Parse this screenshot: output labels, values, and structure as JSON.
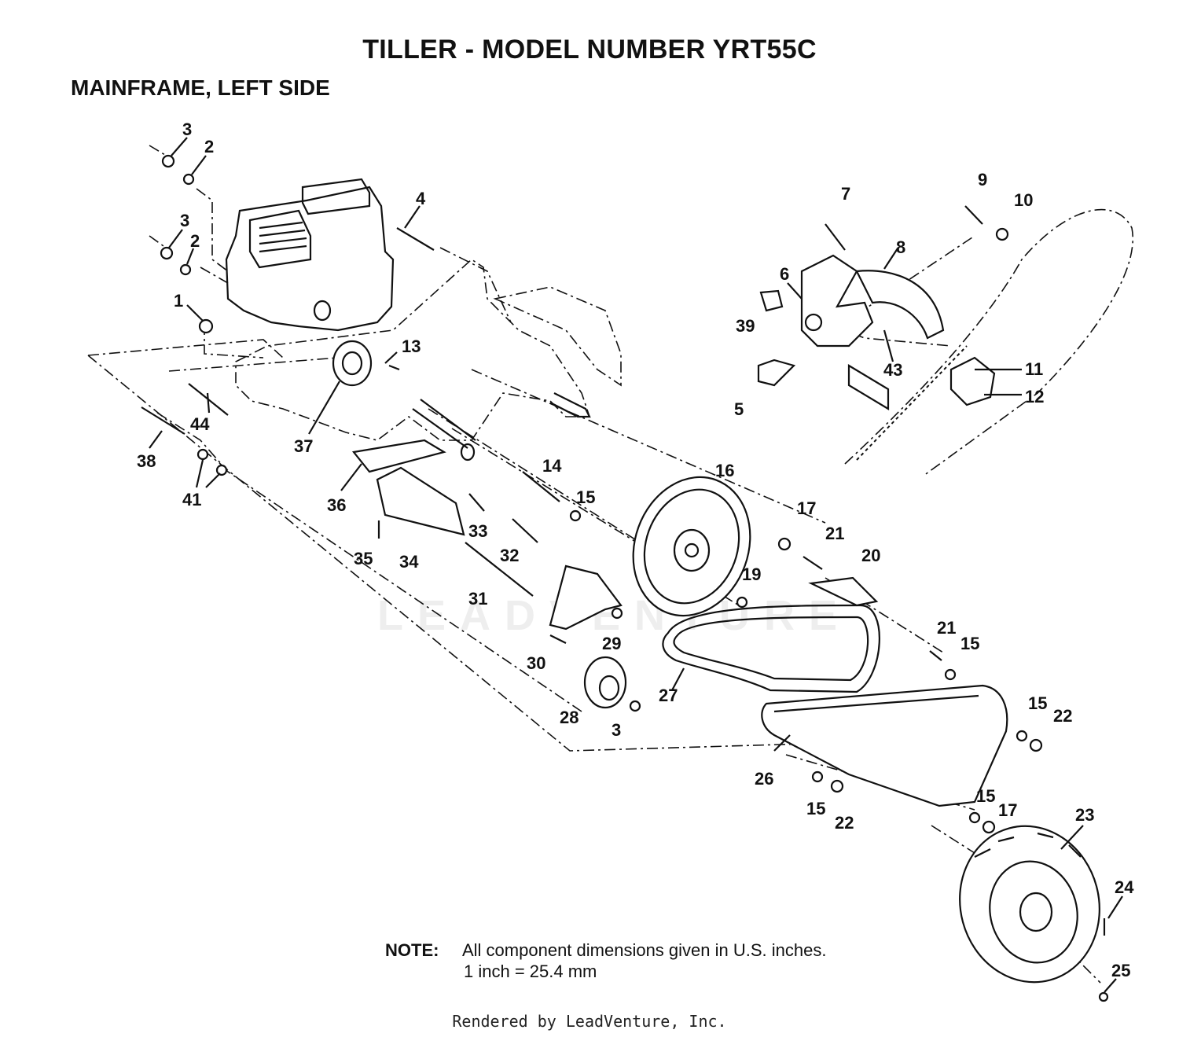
{
  "header": {
    "title": "TILLER - MODEL NUMBER YRT55C",
    "subtitle": "MAINFRAME, LEFT SIDE"
  },
  "callouts": [
    {
      "id": "c3a",
      "text": "3"
    },
    {
      "id": "c2a",
      "text": "2"
    },
    {
      "id": "c3b",
      "text": "3"
    },
    {
      "id": "c2b",
      "text": "2"
    },
    {
      "id": "c1",
      "text": "1"
    },
    {
      "id": "c4",
      "text": "4"
    },
    {
      "id": "c13",
      "text": "13"
    },
    {
      "id": "c44",
      "text": "44"
    },
    {
      "id": "c38",
      "text": "38"
    },
    {
      "id": "c41",
      "text": "41"
    },
    {
      "id": "c37",
      "text": "37"
    },
    {
      "id": "c36",
      "text": "36"
    },
    {
      "id": "c35",
      "text": "35"
    },
    {
      "id": "c34",
      "text": "34"
    },
    {
      "id": "c33",
      "text": "33"
    },
    {
      "id": "c32",
      "text": "32"
    },
    {
      "id": "c31",
      "text": "31"
    },
    {
      "id": "c14",
      "text": "14"
    },
    {
      "id": "c15a",
      "text": "15"
    },
    {
      "id": "c16",
      "text": "16"
    },
    {
      "id": "c17a",
      "text": "17"
    },
    {
      "id": "c21a",
      "text": "21"
    },
    {
      "id": "c20",
      "text": "20"
    },
    {
      "id": "c19",
      "text": "19"
    },
    {
      "id": "c29",
      "text": "29"
    },
    {
      "id": "c30",
      "text": "30"
    },
    {
      "id": "c28",
      "text": "28"
    },
    {
      "id": "c3c",
      "text": "3"
    },
    {
      "id": "c27",
      "text": "27"
    },
    {
      "id": "c21b",
      "text": "21"
    },
    {
      "id": "c15b",
      "text": "15"
    },
    {
      "id": "c15c",
      "text": "15"
    },
    {
      "id": "c22a",
      "text": "22"
    },
    {
      "id": "c26",
      "text": "26"
    },
    {
      "id": "c15d",
      "text": "15"
    },
    {
      "id": "c22b",
      "text": "22"
    },
    {
      "id": "c15e",
      "text": "15"
    },
    {
      "id": "c17b",
      "text": "17"
    },
    {
      "id": "c23",
      "text": "23"
    },
    {
      "id": "c24",
      "text": "24"
    },
    {
      "id": "c25",
      "text": "25"
    },
    {
      "id": "c7",
      "text": "7"
    },
    {
      "id": "c9",
      "text": "9"
    },
    {
      "id": "c10",
      "text": "10"
    },
    {
      "id": "c8",
      "text": "8"
    },
    {
      "id": "c6",
      "text": "6"
    },
    {
      "id": "c39",
      "text": "39"
    },
    {
      "id": "c43",
      "text": "43"
    },
    {
      "id": "c5",
      "text": "5"
    },
    {
      "id": "c11",
      "text": "11"
    },
    {
      "id": "c12",
      "text": "12"
    }
  ],
  "note": {
    "label": "NOTE:",
    "line1": "All component dimensions given in U.S. inches.",
    "line2": "1 inch = 25.4 mm"
  },
  "watermark": "LEADVENTURE",
  "footer": "Rendered by LeadVenture, Inc."
}
